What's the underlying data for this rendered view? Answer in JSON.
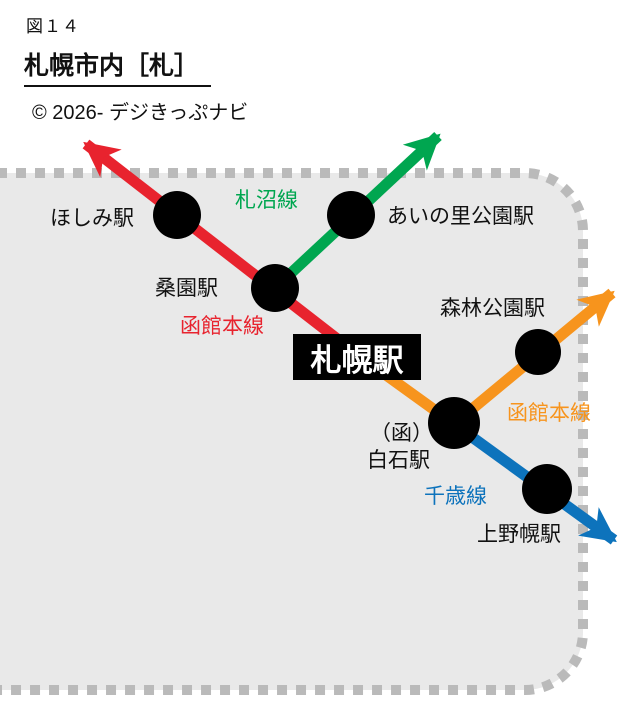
{
  "figure": {
    "label": "図１４",
    "title": "札幌市内［札］",
    "copyright": "© 2026- デジきっぷナビ"
  },
  "map": {
    "zone_name": "札幌市内",
    "colors": {
      "red_line": "#e8232e",
      "green_line": "#00a650",
      "orange_line": "#f7941d",
      "blue_line": "#0d73bc",
      "zone_fill": "#e9e9e9",
      "zone_border": "#bababa",
      "station_marker": "#000000",
      "sapporo_box_bg": "#000000",
      "sapporo_box_text": "#ffffff"
    },
    "line_labels": {
      "hakodate_west": "函館本線",
      "sassho": "札沼線",
      "hakodate_east": "函館本線",
      "chitose": "千歳線"
    },
    "stations": {
      "hoshimi": "ほしみ駅",
      "soen": "桑園駅",
      "sapporo": "札幌駅",
      "ainosato_koen": "あいの里公園駅",
      "shinrin_koen": "森林公園駅",
      "shiroishi_prefix": "（函）",
      "shiroishi": "白石駅",
      "kaminopporo": "上野幌駅"
    }
  }
}
